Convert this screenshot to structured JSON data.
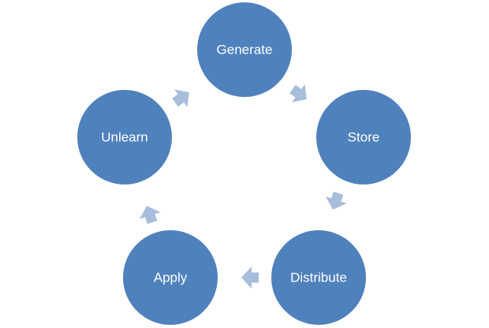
{
  "diagram": {
    "type": "cycle",
    "nodes": [
      {
        "id": "generate",
        "label": "Generate"
      },
      {
        "id": "store",
        "label": "Store"
      },
      {
        "id": "distribute",
        "label": "Distribute"
      },
      {
        "id": "apply",
        "label": "Apply"
      },
      {
        "id": "unlearn",
        "label": "Unlearn"
      }
    ],
    "edges": [
      {
        "from": "generate",
        "to": "store"
      },
      {
        "from": "store",
        "to": "distribute"
      },
      {
        "from": "distribute",
        "to": "apply"
      },
      {
        "from": "apply",
        "to": "unlearn"
      },
      {
        "from": "unlearn",
        "to": "generate"
      }
    ],
    "colors": {
      "node_fill": "#4f81bd",
      "label_text": "#ffffff",
      "arrow_fill": "#a7bddc",
      "background": "#ffffff"
    }
  }
}
